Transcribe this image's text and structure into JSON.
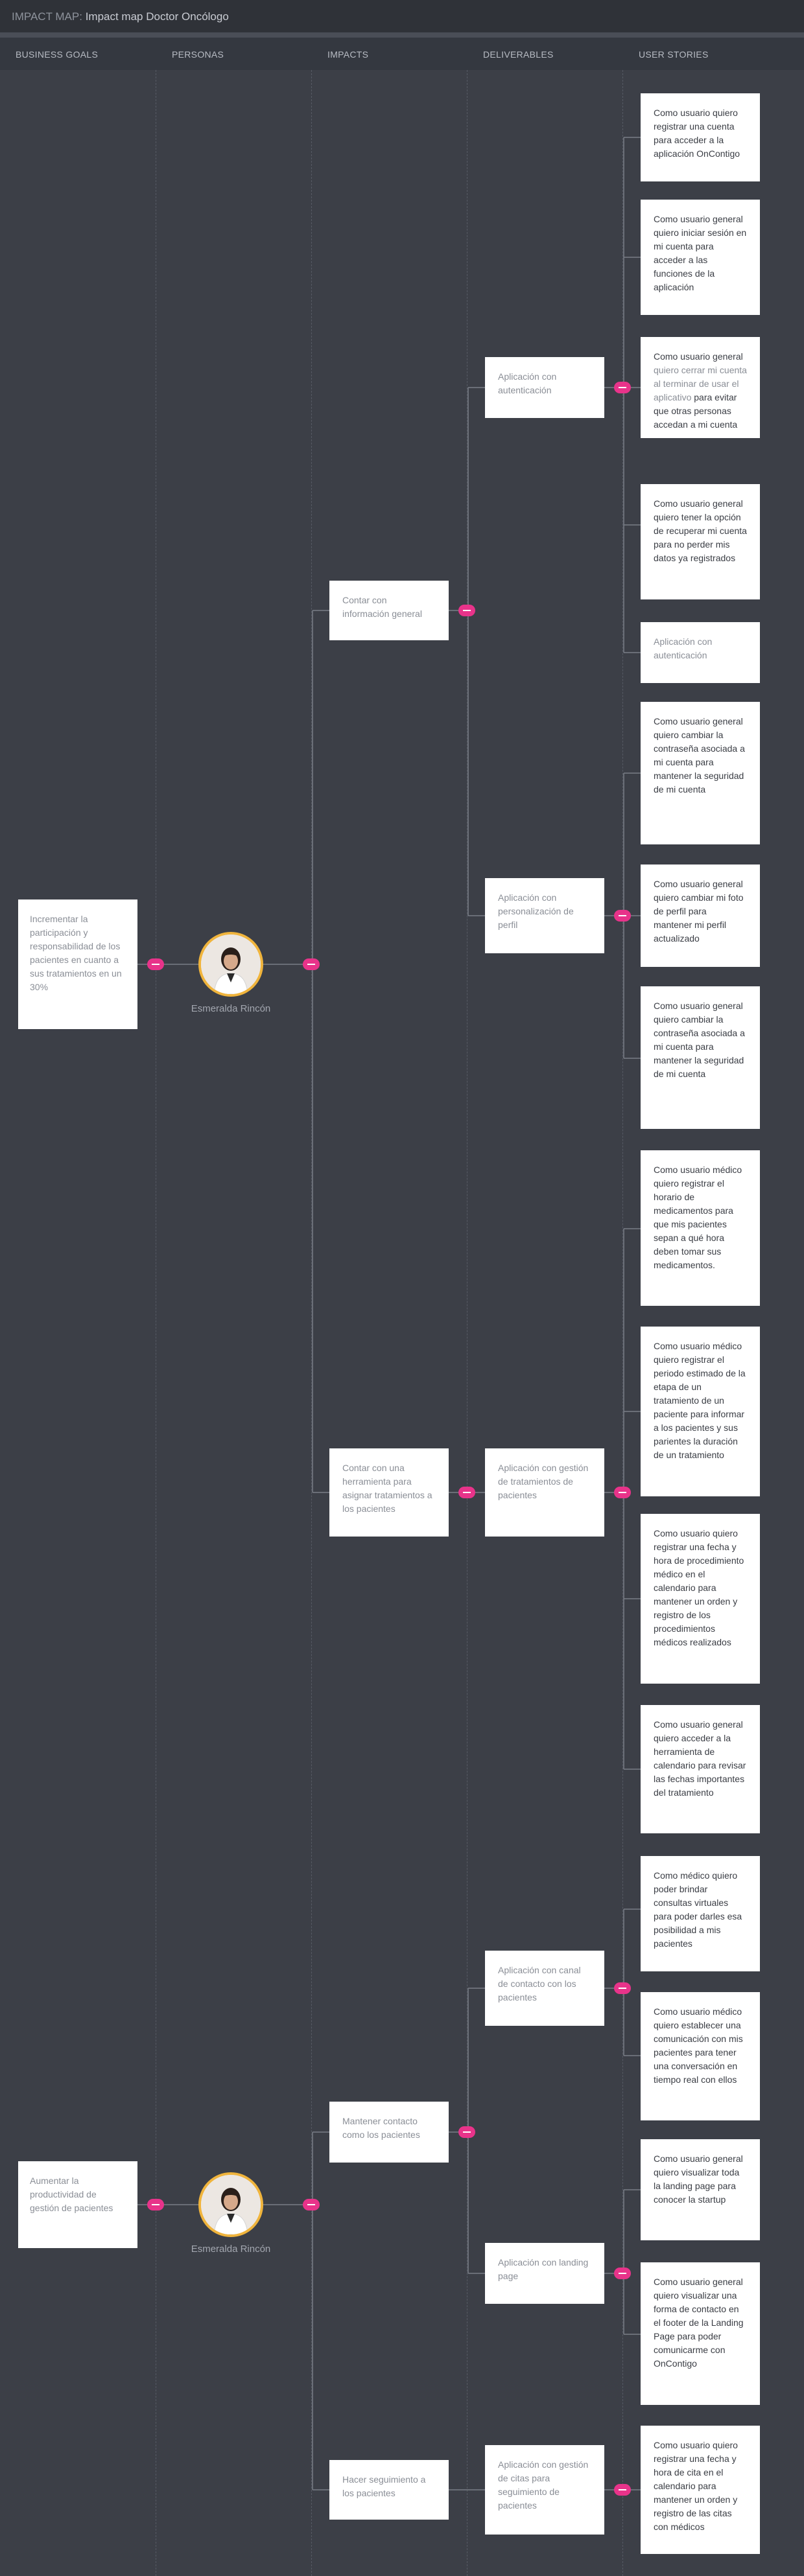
{
  "header": {
    "prefix": "IMPACT MAP:",
    "title": "Impact map Doctor Oncólogo"
  },
  "columns": [
    "BUSINESS GOALS",
    "PERSONAS",
    "IMPACTS",
    "DELIVERABLES",
    "USER STORIES"
  ],
  "colors": {
    "connector_dot": "#e8338a",
    "avatar_ring": "#f0b43c",
    "background": "#3c3f47"
  },
  "goals": [
    "Incrementar la participación y responsabilidad de los pacientes en cuanto a sus tratamientos en un 30%",
    "Aumentar la productividad de gestión de pacientes"
  ],
  "personas": [
    {
      "name": "Esmeralda Rincón"
    },
    {
      "name": "Esmeralda Rincón"
    }
  ],
  "impacts": [
    "Contar con información general",
    "Contar con una herramienta para asignar tratamientos a los pacientes",
    "Mantener contacto como los pacientes",
    "Hacer seguimiento a los pacientes"
  ],
  "deliverables": [
    "Aplicación con autenticación",
    "Aplicación con personalización de perfil",
    "Aplicación con gestión de tratamientos de pacientes",
    "Aplicación con canal de contacto con los pacientes",
    "Aplicación con landing page",
    "Aplicación con gestión de citas para seguimiento de pacientes"
  ],
  "stories": [
    "Como usuario quiero registrar una cuenta para acceder a la aplicación OnContigo",
    "Como usuario general quiero iniciar sesión en mi cuenta para acceder a las funciones de la aplicación",
    {
      "a": "Como usuario general",
      "b": "quiero cerrar mi cuenta al terminar de usar el aplicativo",
      "c": "para evitar que otras personas accedan a mi cuenta"
    },
    "Como usuario general quiero tener la opción de recuperar mi cuenta para no perder mis datos ya registrados",
    "Aplicación con autenticación",
    "Como usuario general quiero cambiar la contraseña asociada a mi cuenta para mantener la seguridad de mi cuenta",
    "Como usuario general quiero cambiar mi foto de perfil para mantener mi perfil actualizado",
    "Como usuario general quiero cambiar la contraseña asociada a mi cuenta para mantener la seguridad de mi cuenta",
    "Como usuario médico quiero registrar el horario de medicamentos para que mis pacientes sepan a qué hora deben tomar sus medicamentos.",
    "Como usuario médico quiero registrar el periodo estimado de la etapa de un tratamiento de un paciente para informar a los pacientes y sus parientes la duración de un tratamiento",
    "Como usuario quiero registrar una fecha y hora de procedimiento médico en el calendario para mantener un orden y registro de los procedimientos médicos realizados",
    "Como usuario general quiero acceder a la herramienta de calendario para revisar las fechas importantes del tratamiento",
    "Como médico quiero poder brindar consultas virtuales para poder darles esa posibilidad a mis pacientes",
    "Como usuario médico quiero establecer una comunicación con mis pacientes para tener una conversación en tiempo real con ellos",
    "Como usuario general quiero visualizar toda la landing page para conocer la startup",
    "Como usuario general quiero visualizar una forma de contacto en el footer de la Landing Page para poder comunicarme con OnContigo",
    "Como usuario quiero registrar una fecha y hora de cita en el calendario para mantener un orden y registro de las citas con médicos"
  ]
}
